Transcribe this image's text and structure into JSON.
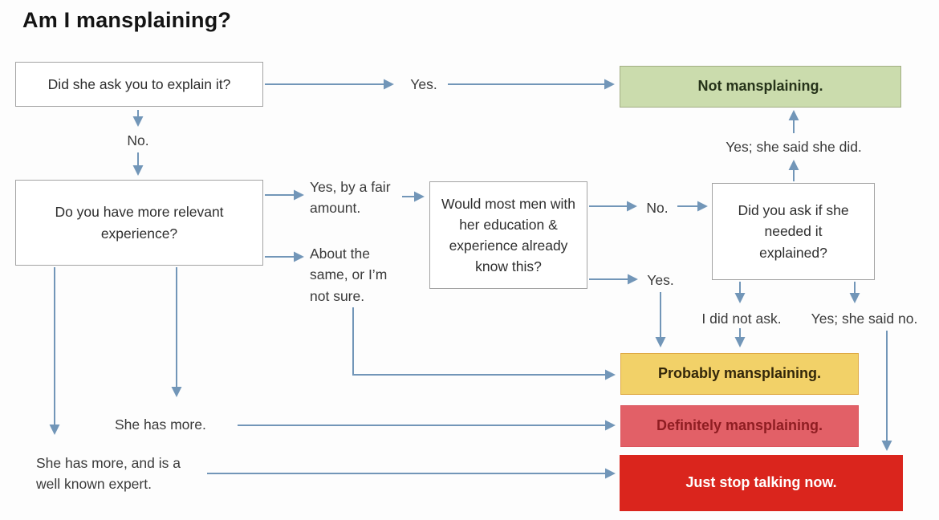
{
  "title": "Am I mansplaining?",
  "colors": {
    "arrow": "#7296b8",
    "node_border": "#a3a3a3",
    "green_fill": "#cbdcad",
    "yellow_fill": "#f2d168",
    "yellow_border": "#dfa944",
    "pink_fill": "#e26067",
    "pink_text": "#8f1d22",
    "red_fill": "#da251d",
    "red_text": "#ffffff"
  },
  "nodes": {
    "ask_explain": "Did she ask you to explain it?",
    "more_experience": "Do you have more relevant experience?",
    "most_men_know": "Would most men with her education & experience already know this?",
    "did_you_ask": "Did you ask if she needed it explained?",
    "not_mansplaining": "Not mansplaining.",
    "probably": "Probably mansplaining.",
    "definitely": "Definitely mansplaining.",
    "just_stop": "Just stop talking now."
  },
  "edge_labels": {
    "yes_top": "Yes.",
    "no_top": "No.",
    "yes_fair": "Yes, by a fair amount.",
    "about_same": "About the same, or I’m not sure.",
    "no_mid": "No.",
    "yes_mid": "Yes.",
    "yes_she_said_did": "Yes; she said she did.",
    "did_not_ask": "I did not ask.",
    "yes_she_said_no": "Yes; she said no.",
    "she_has_more": "She has more.",
    "she_has_more_expert": "She has more, and is a well known expert."
  }
}
